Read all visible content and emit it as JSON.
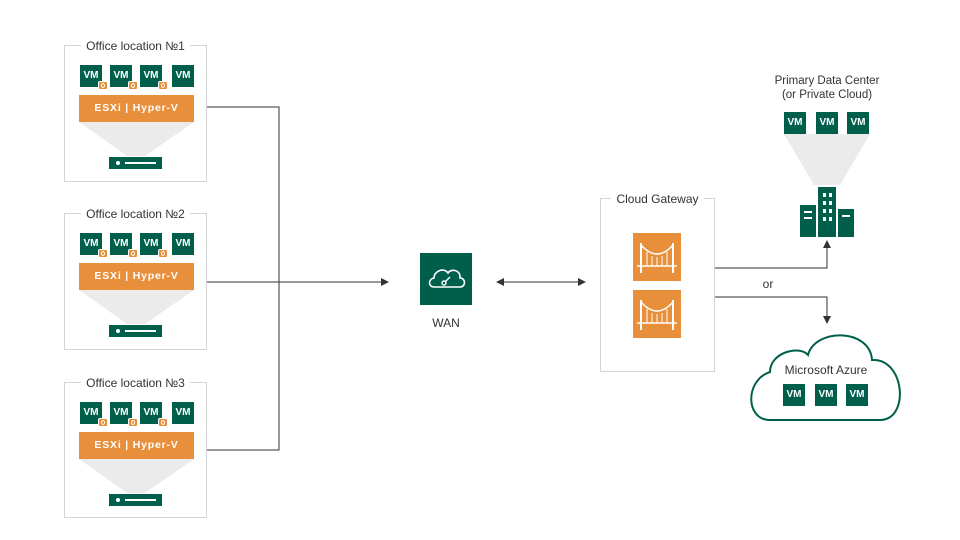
{
  "offices": [
    {
      "title": "Office location №1",
      "vms": [
        "VM",
        "VM",
        "VM",
        "VM"
      ],
      "hypervisor": "ESXi | Hyper-V"
    },
    {
      "title": "Office location №2",
      "vms": [
        "VM",
        "VM",
        "VM",
        "VM"
      ],
      "hypervisor": "ESXi | Hyper-V"
    },
    {
      "title": "Office location №3",
      "vms": [
        "VM",
        "VM",
        "VM",
        "VM"
      ],
      "hypervisor": "ESXi | Hyper-V"
    }
  ],
  "wan": {
    "label": "WAN"
  },
  "gateway": {
    "title": "Cloud Gateway"
  },
  "datacenter": {
    "title_line1": "Primary Data Center",
    "title_line2": "(or Private Cloud)",
    "vms": [
      "VM",
      "VM",
      "VM"
    ]
  },
  "or_label": "or",
  "azure": {
    "title": "Microsoft Azure",
    "vms": [
      "VM",
      "VM",
      "VM"
    ]
  },
  "colors": {
    "green": "#005f4b",
    "orange": "#e88f3b",
    "line": "#333333",
    "frame": "#d4d4d4"
  }
}
